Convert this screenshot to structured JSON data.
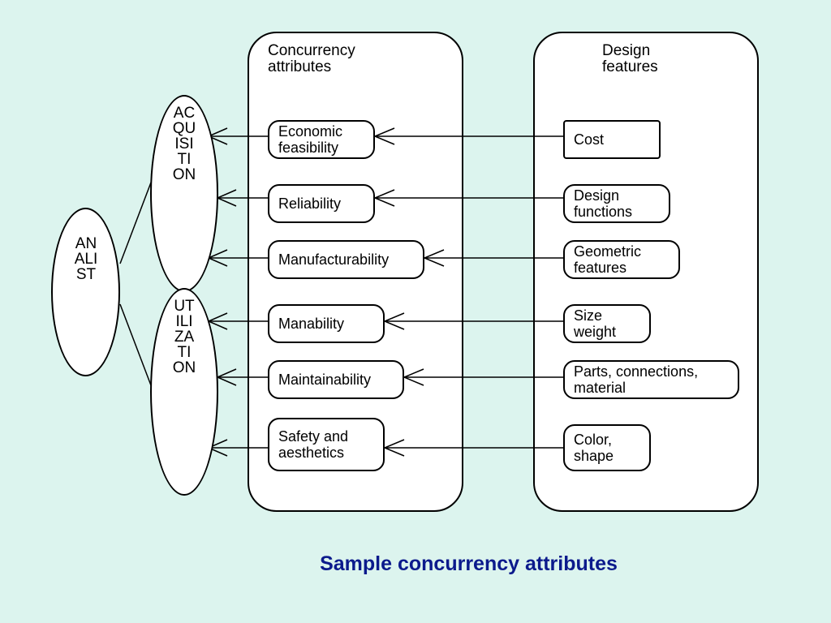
{
  "panels": {
    "concurrency_title": "Concurrency\nattributes",
    "design_title": "Design\nfeatures"
  },
  "ellipses": {
    "analist": "ANALIST",
    "acquisition": "ACQUISITION",
    "utilization": "UTILIZATION"
  },
  "attributes": [
    "Economic\nfeasibility",
    "Reliability",
    "Manufacturability",
    "Manability",
    "Maintainability",
    "Safety and\naesthetics"
  ],
  "features": [
    "Cost",
    "Design\nfunctions",
    "Geometric\nfeatures",
    "Size\nweight",
    "Parts, connections,\nmaterial",
    "Color,\nshape"
  ],
  "caption": "Sample concurrency attributes"
}
